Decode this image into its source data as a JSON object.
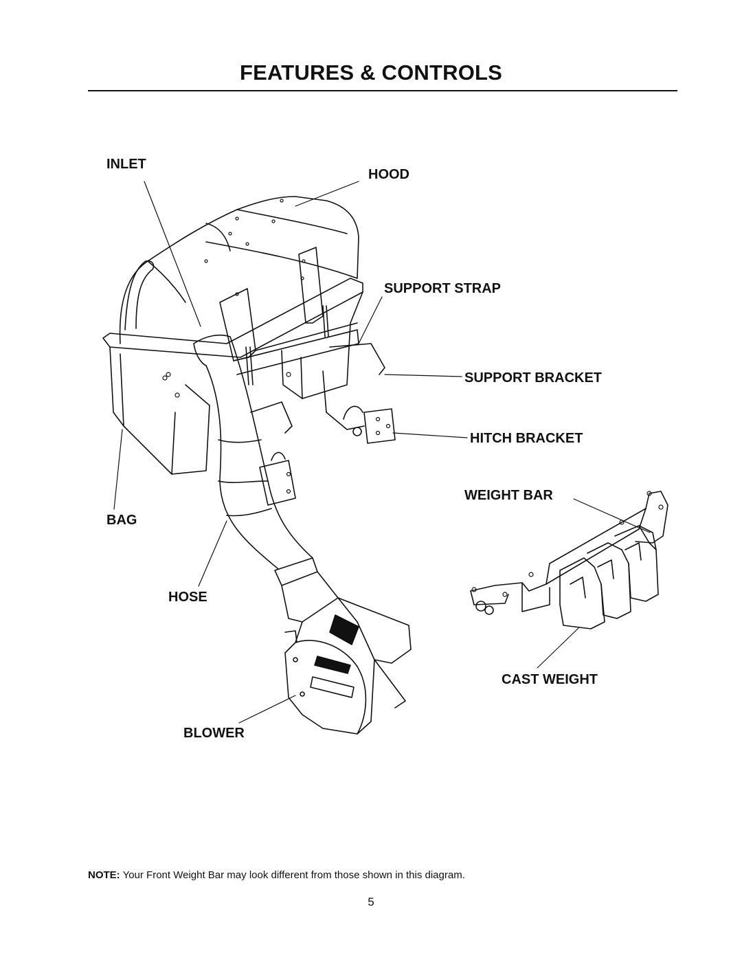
{
  "header": {
    "title": "FEATURES & CONTROLS"
  },
  "callouts": {
    "inlet": "INLET",
    "hood": "HOOD",
    "support_strap": "SUPPORT STRAP",
    "support_bracket": "SUPPORT BRACKET",
    "hitch_bracket": "HITCH BRACKET",
    "weight_bar": "WEIGHT BAR",
    "bag": "BAG",
    "hose": "HOSE",
    "cast_weight": "CAST WEIGHT",
    "blower": "BLOWER"
  },
  "footer": {
    "note_label": "NOTE:",
    "note_text": " Your Front Weight Bar may look different from those shown in this diagram.",
    "page_number": "5"
  }
}
